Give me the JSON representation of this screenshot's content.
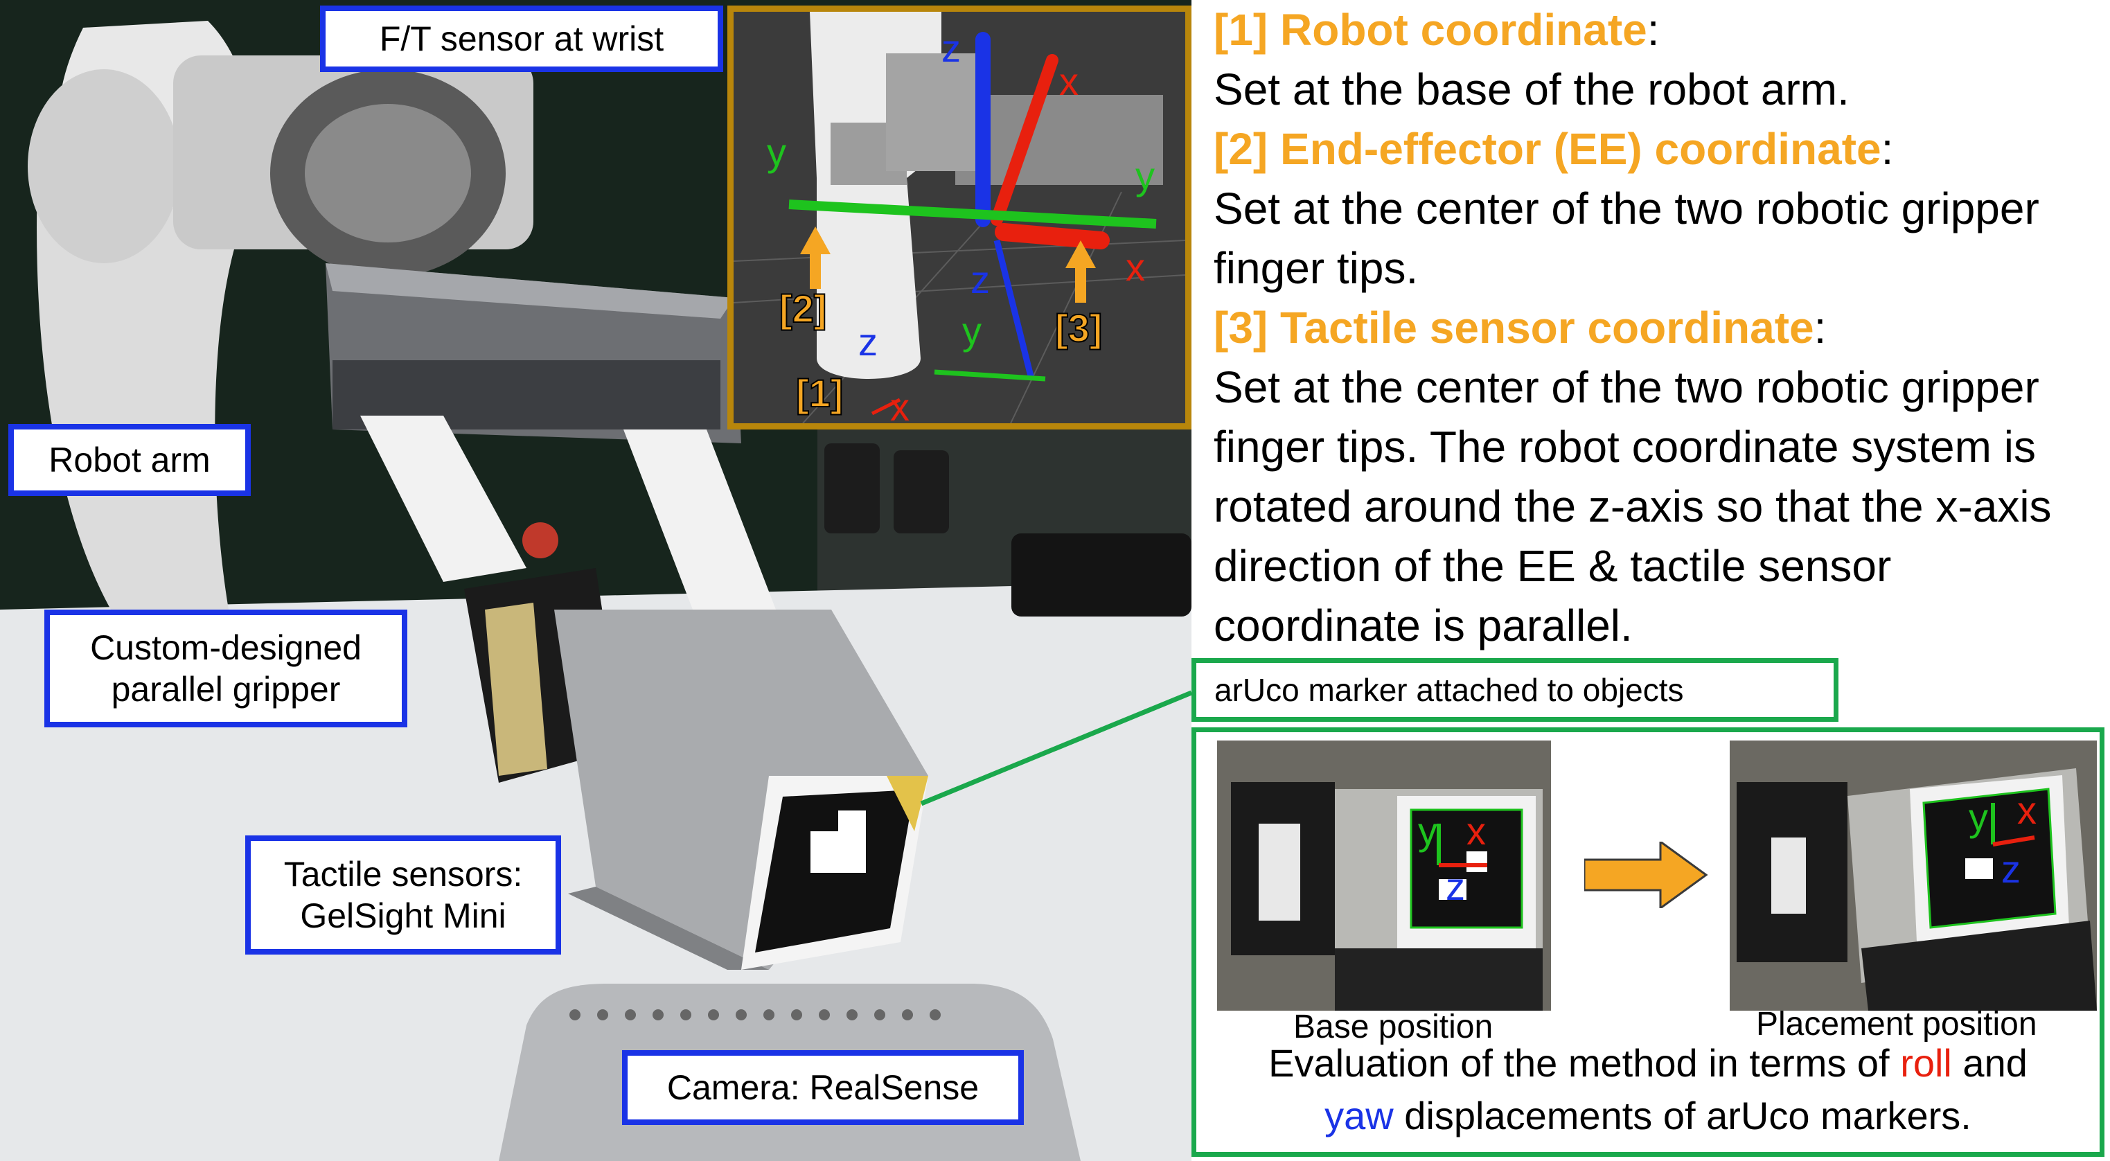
{
  "labels": {
    "ft_sensor": "F/T sensor at wrist",
    "robot_arm": "Robot arm",
    "gripper": "Custom-designed parallel gripper",
    "tactile": "Tactile sensors: GelSight Mini",
    "tactile_line1": "Tactile sensors:",
    "tactile_line2": "GelSight Mini",
    "gripper_line1": "Custom-designed",
    "gripper_line2": "parallel gripper",
    "camera": "Camera: RealSense"
  },
  "inset": {
    "axes": {
      "x": "x",
      "y": "y",
      "z": "z"
    },
    "tags": [
      "[1]",
      "[2]",
      "[3]"
    ]
  },
  "coordinates": [
    {
      "heading": "[1] Robot coordinate",
      "desc": "Set at the base of the robot arm."
    },
    {
      "heading": "[2] End-effector (EE) coordinate",
      "desc": "Set at the center of the two robotic gripper finger tips."
    },
    {
      "heading": "[3] Tactile sensor coordinate",
      "desc": "Set at the center of the two robotic gripper finger tips. The robot coordinate system is rotated around the z-axis so that the x-axis direction of the EE & tactile sensor coordinate is parallel."
    }
  ],
  "aruco": {
    "label": "arUco marker attached to objects",
    "base_caption": "Base position",
    "placement_caption": "Placement position",
    "eval_prefix": "Evaluation of the method in terms of ",
    "roll": "roll",
    "and": " and",
    "yaw": "yaw",
    "eval_suffix": " displacements of arUco markers."
  },
  "colors": {
    "label_border": "#1a33e6",
    "heading": "#f5a623",
    "inset_border": "#b8860b",
    "aruco_border": "#1aa84c",
    "axis_x": "#e8200e",
    "axis_y": "#1ec31e",
    "axis_z": "#1a33e6"
  }
}
